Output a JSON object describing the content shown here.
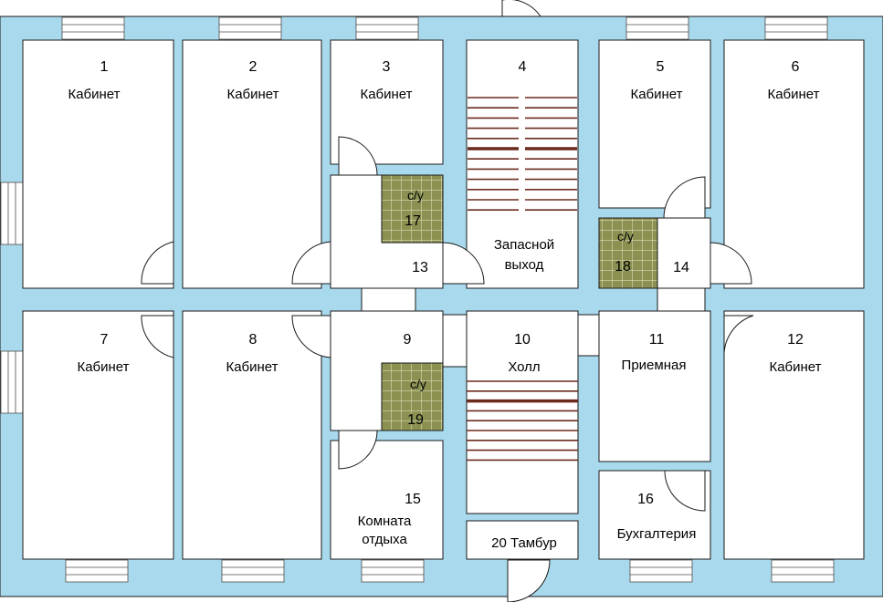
{
  "colors": {
    "wall": "#a9d9ec",
    "room": "#ffffff",
    "line": "#1a1a1a",
    "tile": "#8c9152",
    "tile_grid": "#d9dcb2",
    "stair_tread": "#6b2a1e"
  },
  "rooms": [
    {
      "id": "r1",
      "number": "1",
      "label": "Кабинет"
    },
    {
      "id": "r2",
      "number": "2",
      "label": "Кабинет"
    },
    {
      "id": "r3",
      "number": "3",
      "label": "Кабинет"
    },
    {
      "id": "r4",
      "number": "4",
      "label_lines": [
        "Запасной",
        "выход"
      ]
    },
    {
      "id": "r5",
      "number": "5",
      "label": "Кабинет"
    },
    {
      "id": "r6",
      "number": "6",
      "label": "Кабинет"
    },
    {
      "id": "r7",
      "number": "7",
      "label": "Кабинет"
    },
    {
      "id": "r8",
      "number": "8",
      "label": "Кабинет"
    },
    {
      "id": "r9",
      "number": "9"
    },
    {
      "id": "r10",
      "number": "10",
      "label": "Холл"
    },
    {
      "id": "r11",
      "number": "11",
      "label": "Приемная"
    },
    {
      "id": "r12",
      "number": "12",
      "label": "Кабинет"
    },
    {
      "id": "r13",
      "number": "13"
    },
    {
      "id": "r14",
      "number": "14"
    },
    {
      "id": "r15",
      "number": "15",
      "label_lines": [
        "Комната",
        "отдыха"
      ]
    },
    {
      "id": "r16",
      "number": "16",
      "label": "Бухгалтерия"
    },
    {
      "id": "r20",
      "label": "20 Тамбур"
    }
  ],
  "restrooms": [
    {
      "id": "wc17",
      "label": "с/у",
      "number": "17"
    },
    {
      "id": "wc18",
      "label": "с/у",
      "number": "18"
    },
    {
      "id": "wc19",
      "label": "с/у",
      "number": "19"
    }
  ]
}
